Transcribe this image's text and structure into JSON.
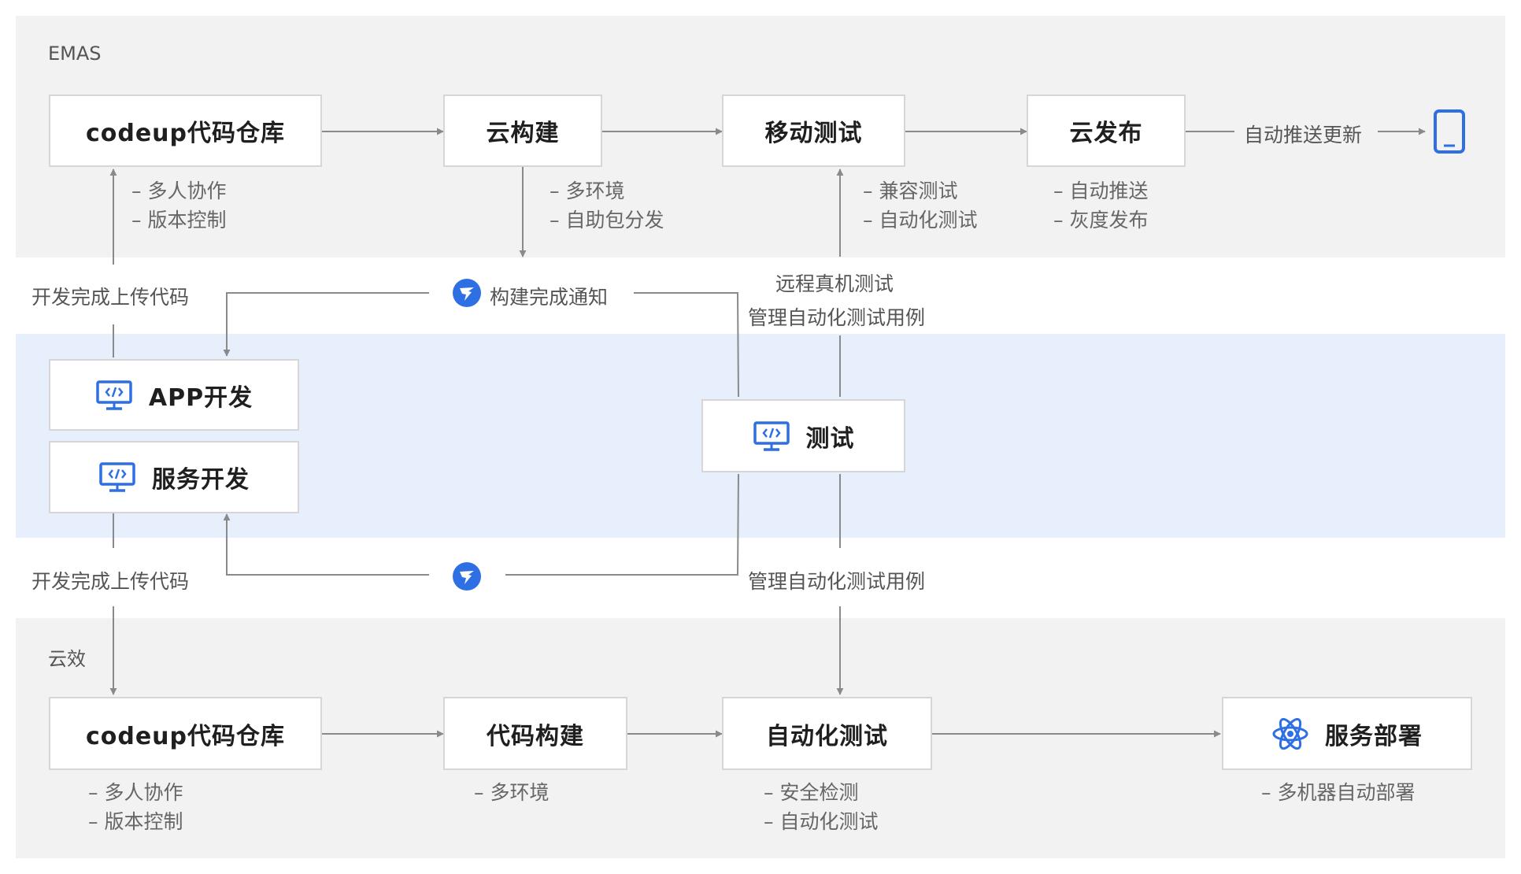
{
  "emas": {
    "label": "EMAS",
    "nodes": {
      "codeup": "codeup代码仓库",
      "cloud_build": "云构建",
      "mobile_test": "移动测试",
      "cloud_release": "云发布"
    },
    "notes": {
      "codeup": [
        "多人协作",
        "版本控制"
      ],
      "cloud_build": [
        "多环境",
        "自助包分发"
      ],
      "mobile_test": [
        "兼容测试",
        "自动化测试"
      ],
      "cloud_release": [
        "自动推送",
        "灰度发布"
      ]
    },
    "auto_push_label": "自动推送更新"
  },
  "dev": {
    "nodes": {
      "app_dev": "APP开发",
      "service_dev": "服务开发",
      "test": "测试"
    }
  },
  "middle_labels": {
    "upload_code_top": "开发完成上传代码",
    "build_notice": "构建完成通知",
    "remote_device_test": "远程真机测试",
    "manage_cases_top": "管理自动化测试用例",
    "upload_code_bottom": "开发完成上传代码",
    "manage_cases_bottom": "管理自动化测试用例"
  },
  "yunxiao": {
    "label": "云效",
    "nodes": {
      "codeup": "codeup代码仓库",
      "code_build": "代码构建",
      "auto_test": "自动化测试",
      "deploy": "服务部署"
    },
    "notes": {
      "codeup": [
        "多人协作",
        "版本控制"
      ],
      "code_build": [
        "多环境"
      ],
      "auto_test": [
        "安全检测",
        "自动化测试"
      ],
      "deploy": [
        "多机器自动部署"
      ]
    }
  },
  "icons": {
    "phone": "mobile-phone-icon",
    "dev_monitor": "code-monitor-icon",
    "notify": "dingtalk-notify-icon",
    "deploy": "atom-icon"
  },
  "colors": {
    "emas_band": "#f2f2f2",
    "dev_band": "#e7eefc",
    "yunxiao_band": "#f2f2f2",
    "line": "#8a8a8a",
    "accent_blue": "#2f6fe4",
    "box_border": "#d6d6d6"
  }
}
